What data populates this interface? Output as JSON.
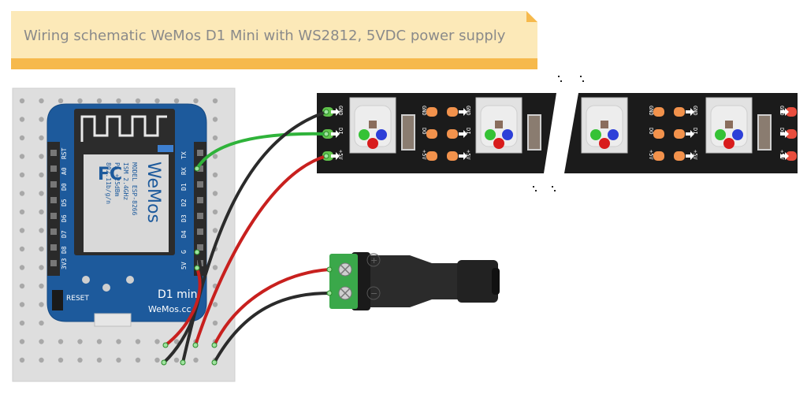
{
  "title": "Wiring schematic WeMos D1 Mini with WS2812, 5VDC power supply",
  "wemos": {
    "left_pins": [
      "RST",
      "A0",
      "D0",
      "D5",
      "D6",
      "D7",
      "D8",
      "3V3"
    ],
    "right_pins": [
      "TX",
      "RX",
      "D1",
      "D2",
      "D3",
      "D4",
      "G",
      "5V"
    ],
    "fcc": "FC",
    "model_lines": [
      "MODEL  ESP-8266",
      "ISM 2.4GHz",
      "PA +25dBm",
      "802.11b/g/n"
    ],
    "brand": "WeMos",
    "reset": "RESET",
    "board_name": "D1 mini",
    "board_sub": "WeMos.cc"
  },
  "strip": {
    "in_labels": [
      "GND",
      "DI",
      "+5V"
    ],
    "out_labels": [
      "GND",
      "DO",
      "+5V"
    ]
  },
  "dc_jack": {
    "plus": "+",
    "minus": "−"
  },
  "colors": {
    "banner": "#fce9b8",
    "banner_edge": "#f6b94c",
    "board": "#1d5a9c",
    "strip": "#1b1b1b",
    "wire_black": "#2b2b2b",
    "wire_red": "#c8201e",
    "wire_green": "#2fb33a",
    "terminal": "#3aa84a"
  }
}
